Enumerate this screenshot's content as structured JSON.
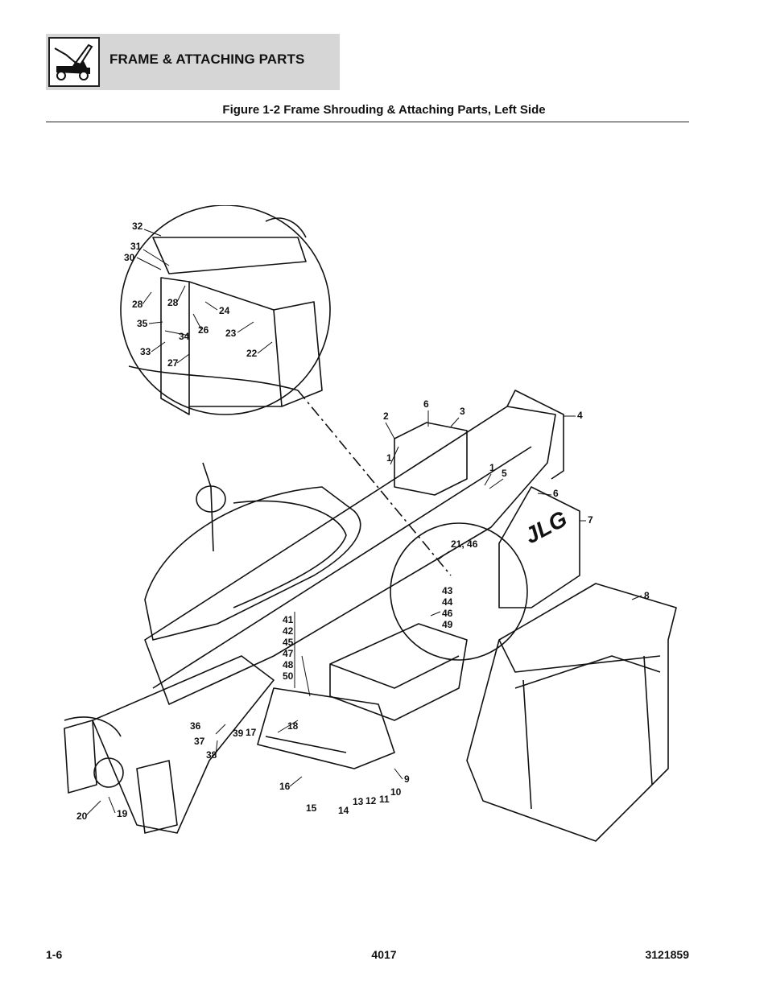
{
  "header": {
    "section_title": "FRAME & ATTACHING PARTS",
    "icon": "telehandler-icon"
  },
  "figure": {
    "title": "Figure 1-2 Frame Shrouding & Attaching Parts, Left Side",
    "callouts": [
      "32",
      "31",
      "30",
      "28",
      "28",
      "24",
      "35",
      "26",
      "34",
      "23",
      "33",
      "27",
      "22",
      "2",
      "6",
      "3",
      "4",
      "1",
      "1",
      "5",
      "6",
      "7",
      "21, 46",
      "43",
      "44",
      "46",
      "49",
      "41",
      "42",
      "45",
      "47",
      "48",
      "50",
      "8",
      "36",
      "37",
      "39",
      "17",
      "18",
      "38",
      "9",
      "16",
      "10",
      "15",
      "14",
      "13",
      "12",
      "11",
      "20",
      "19"
    ],
    "logo_text": "JLG"
  },
  "footer": {
    "page": "1-6",
    "model": "4017",
    "doc_number": "3121859"
  }
}
